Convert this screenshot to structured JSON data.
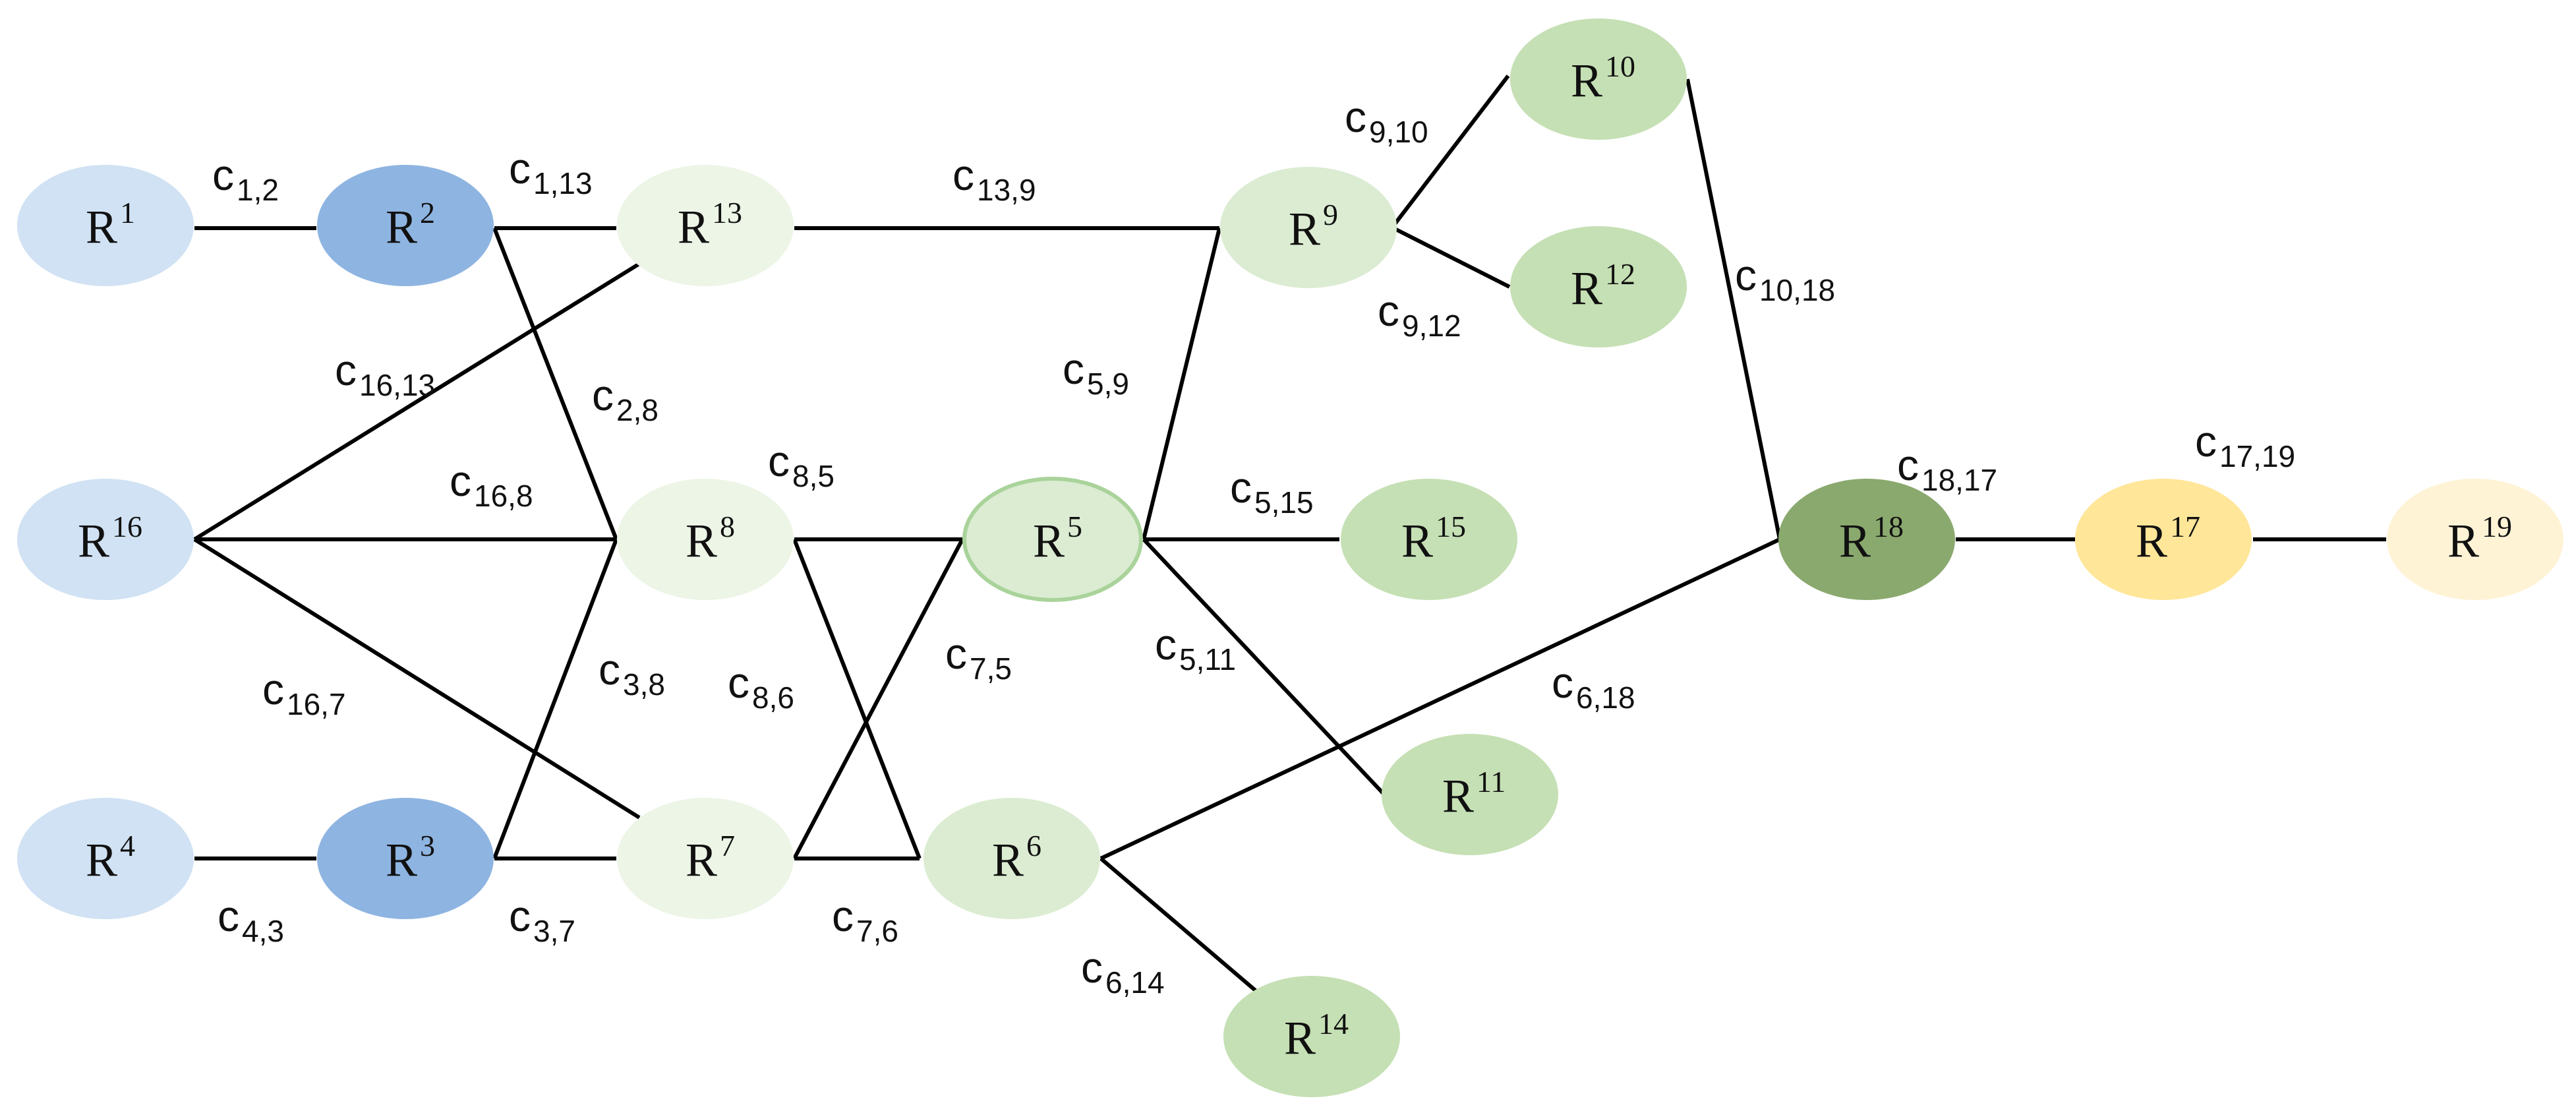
{
  "diagram": {
    "nodes": [
      {
        "id": "R1",
        "base": "R",
        "sup": "1",
        "color": "#d0e2f3"
      },
      {
        "id": "R2",
        "base": "R",
        "sup": "2",
        "color": "#8eb4e1"
      },
      {
        "id": "R3",
        "base": "R",
        "sup": "3",
        "color": "#8eb4e1"
      },
      {
        "id": "R4",
        "base": "R",
        "sup": "4",
        "color": "#d0e2f3"
      },
      {
        "id": "R5",
        "base": "R",
        "sup": "5",
        "color": "#dbecd2",
        "outline": "#a9d39a"
      },
      {
        "id": "R6",
        "base": "R",
        "sup": "6",
        "color": "#dbecd2"
      },
      {
        "id": "R7",
        "base": "R",
        "sup": "7",
        "color": "#ecf5e6"
      },
      {
        "id": "R8",
        "base": "R",
        "sup": "8",
        "color": "#ecf5e6"
      },
      {
        "id": "R9",
        "base": "R",
        "sup": "9",
        "color": "#dbecd2"
      },
      {
        "id": "R10",
        "base": "R",
        "sup": "10",
        "color": "#c5e0b4"
      },
      {
        "id": "R11",
        "base": "R",
        "sup": "11",
        "color": "#c5e0b4"
      },
      {
        "id": "R12",
        "base": "R",
        "sup": "12",
        "color": "#c5e0b4"
      },
      {
        "id": "R13",
        "base": "R",
        "sup": "13",
        "color": "#ecf5e6"
      },
      {
        "id": "R14",
        "base": "R",
        "sup": "14",
        "color": "#c5e0b4"
      },
      {
        "id": "R15",
        "base": "R",
        "sup": "15",
        "color": "#c5e0b4"
      },
      {
        "id": "R16",
        "base": "R",
        "sup": "16",
        "color": "#d0e2f3"
      },
      {
        "id": "R17",
        "base": "R",
        "sup": "17",
        "color": "#ffe699"
      },
      {
        "id": "R18",
        "base": "R",
        "sup": "18",
        "color": "#8aa96e"
      },
      {
        "id": "R19",
        "base": "R",
        "sup": "19",
        "color": "#fff3d6"
      }
    ],
    "edges": [
      {
        "from": "R1",
        "to": "R2",
        "label": "c",
        "sub": "1,2"
      },
      {
        "from": "R2",
        "to": "R13",
        "label": "c",
        "sub": "1,13"
      },
      {
        "from": "R2",
        "to": "R8",
        "label": "c",
        "sub": "2,8"
      },
      {
        "from": "R16",
        "to": "R13",
        "label": "c",
        "sub": "16,13"
      },
      {
        "from": "R16",
        "to": "R8",
        "label": "c",
        "sub": "16,8"
      },
      {
        "from": "R16",
        "to": "R7",
        "label": "c",
        "sub": "16,7"
      },
      {
        "from": "R3",
        "to": "R8",
        "label": "c",
        "sub": "3,8"
      },
      {
        "from": "R4",
        "to": "R3",
        "label": "c",
        "sub": "4,3"
      },
      {
        "from": "R3",
        "to": "R7",
        "label": "c",
        "sub": "3,7"
      },
      {
        "from": "R13",
        "to": "R9",
        "label": "c",
        "sub": "13,9"
      },
      {
        "from": "R8",
        "to": "R5",
        "label": "c",
        "sub": "8,5"
      },
      {
        "from": "R8",
        "to": "R6",
        "label": "c",
        "sub": "8,6"
      },
      {
        "from": "R7",
        "to": "R5",
        "label": "c",
        "sub": "7,5"
      },
      {
        "from": "R7",
        "to": "R6",
        "label": "c",
        "sub": "7,6"
      },
      {
        "from": "R5",
        "to": "R9",
        "label": "c",
        "sub": "5,9"
      },
      {
        "from": "R9",
        "to": "R10",
        "label": "c",
        "sub": "9,10"
      },
      {
        "from": "R9",
        "to": "R12",
        "label": "c",
        "sub": "9,12"
      },
      {
        "from": "R5",
        "to": "R15",
        "label": "c",
        "sub": "5,15"
      },
      {
        "from": "R5",
        "to": "R11",
        "label": "c",
        "sub": "5,11"
      },
      {
        "from": "R6",
        "to": "R18",
        "label": "c",
        "sub": "6,18"
      },
      {
        "from": "R6",
        "to": "R14",
        "label": "c",
        "sub": "6,14"
      },
      {
        "from": "R10",
        "to": "R18",
        "label": "c",
        "sub": "10,18"
      },
      {
        "from": "R18",
        "to": "R17",
        "label": "c",
        "sub": "18,17"
      },
      {
        "from": "R17",
        "to": "R19",
        "label": "c",
        "sub": "17,19"
      }
    ]
  }
}
